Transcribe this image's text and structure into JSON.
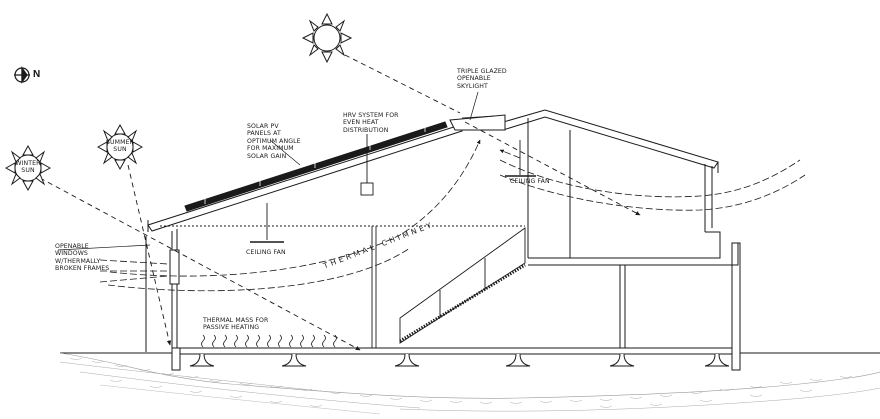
{
  "compass": {
    "label": "N",
    "icon": "north-arrow-icon"
  },
  "labels": {
    "winter_sun": "WINTER\nSUN",
    "summer_sun": "SUMMER\nSUN",
    "solar_pv": "SOLAR PV\nPANELS AT\nOPTIMUM ANGLE\nFOR MAXIMUM\nSOLAR GAIN",
    "hrv": "HRV SYSTEM FOR\nEVEN HEAT\nDISTRIBUTION",
    "skylight": "TRIPLE GLAZED\nOPENABLE\nSKYLIGHT",
    "ceiling_fan_left": "CEILING FAN",
    "ceiling_fan_right": "CEILING FAN",
    "windows": "OPENABLE\nWINDOWS\nW/THERMALLY\nBROKEN FRAMES",
    "thermal_mass": "THERMAL MASS FOR\nPASSIVE HEATING",
    "thermal_chimney": "THERMAL CHIMNEY"
  },
  "colors": {
    "line": "#1a1a1a",
    "ground_hatch": "#9a9a9a",
    "paper": "#ffffff"
  }
}
